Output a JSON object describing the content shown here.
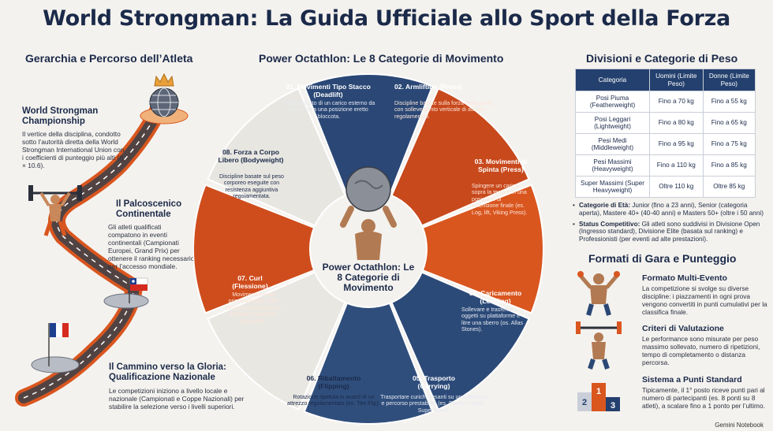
{
  "title": "World Strongman: La Guida Ufficiale allo Sport della Forza",
  "left": {
    "heading": "Gerarchia e Percorso dell’Atleta",
    "levels": [
      {
        "title": "World Strongman Championship",
        "text": "Il vertice della disciplina, condotto sotto l’autorità diretta della World Strongman International Union con i coefficienti di punteggio più alti (t) × 10.6)."
      },
      {
        "title": "Il Palcoscenico Continentale",
        "text": "Gli atleti qualificati compatono in eventi continentali (Campionati Europei, Grand Prix) per ottenere il ranking necessario per l’accesso mondiale."
      },
      {
        "title": "Il Cammino verso la Gloria: Qualificazione Nazionale",
        "text": "Le competizioni iniziono a livello locale e nazionale (Campionati e Coppe Nazionali) per stabilire la selezione verso i livelli superiori."
      }
    ]
  },
  "center": {
    "heading": "Power Octathlon: Le 8 Categorie di Movimento",
    "center_label": "Power Octathlon: Le 8 Categorie di Movimento",
    "segments": [
      {
        "title": "01. Movimenti Tipo Stacco (Deadlift)",
        "text": "Sollevemento di un carico esterno da tarra tino a una posizione eretto bloccota.",
        "color": "#2a4775"
      },
      {
        "title": "02. Armlifting (Presa)",
        "text": "Discipline basate sulla forza della presa con sollevemento verticale di attrossi regolamentati.",
        "color": "#c8491c"
      },
      {
        "title": "03. Movimenti di Spinta (Press)",
        "text": "Spingere un carico sopra la testa e in una posizione di estensione finale (es. Log, lift, Viking Press).",
        "color": "#d9561f"
      },
      {
        "title": "04. Caricamento (Loading)",
        "text": "Sollevare e trasferire oggetti su plattaforme e litre una sberro (os. Allas Stones).",
        "color": "#2c4a78"
      },
      {
        "title": "05. Trasporto (Carrying)",
        "text": "Trasportare curichi pesanti su una distanza e percorso prestabilito (es. Former’s Walk, Super Yoko).",
        "color": "#2f4e7c"
      },
      {
        "title": "06. Ribaltamento (Flipping)",
        "text": "Rotazione ripetuta in avanti di un attrezzo regolamentato (es. Tire Flip).",
        "color": "#e9e7e2"
      },
      {
        "title": "07. Curl (Flessione)",
        "text": "Movimenti basati principalmente sulla flessione del gomito in condizioni tecniche prescritte.",
        "color": "#cf4d1d"
      },
      {
        "title": "08. Forza a Corpo Libero (Bodyweight)",
        "text": "Discipline basate sul peso corporeo eseguite con resistenza aggiuntiva regoiamentata.",
        "color": "#e8e6e1"
      }
    ]
  },
  "right": {
    "heading": "Divisioni e Categorie di Peso",
    "table_headers": [
      "Categoria",
      "Uomini (Limite Peso)",
      "Donne (Limite Peso)"
    ],
    "table_rows": [
      [
        "Posi Piuma (Featherweight)",
        "Fino a 70 kg",
        "Fino a 55 kg"
      ],
      [
        "Posi Leggari (Lightweight)",
        "Fino a 80 kg",
        "Fino a 65 kg"
      ],
      [
        "Pesi Medi (Middleweight)",
        "Fino a 95 kg",
        "Fino a 75 kg"
      ],
      [
        "Pesi Massimi (Heavyweight)",
        "Fino a 110 kg",
        "Fino a 85 kg"
      ],
      [
        "Super Massimi (Super Heavyweight)",
        "Oltre 110 kg",
        "Oltre 85 kg"
      ]
    ],
    "bullets": [
      {
        "label": "Categorie di Età:",
        "text": " Junior (fino a 23 anni), Senior (categoria aperta), Mastere 40+ (40-40 anni) e Masters 50+ (oltre i 50 anni)"
      },
      {
        "label": "Status Competitivo:",
        "text": " Gli atleti sono suddivisi in Divisione Open (Ingresso standard), Divisione Elite (basata sul ranking) e Professionisti (per eventi ad alte prestazioni)."
      }
    ],
    "formats_heading": "Formati di Gara e Punteggio",
    "formats": [
      {
        "title": "Formato Multi-Evento",
        "text": "La competizione si svolge su diverse discipline: i piazzamenti in ogni prova vengono convertiti in punti cumulativi per la classifica finale."
      },
      {
        "title": "Criteri di Valutazione",
        "text": "Le performance sono misurate per peso massimo sollevato, numero di ripetizioni, tempo di completamento o distanza percorsa."
      },
      {
        "title": "Sistema a Punti Standard",
        "text": "Tipicamente, il 1° posto riceve punti pari al numero di partecipanti (es. 8 ponti su 8 atleti), a scalare fino a 1 ponto per l’ultimo."
      }
    ],
    "podium": [
      "2",
      "1",
      "3"
    ]
  },
  "footer": "Gemini Notebook",
  "colors": {
    "navy": "#24406e",
    "orange": "#d9561f",
    "background": "#f4f2ee"
  },
  "icons": [
    "crown-icon",
    "globe-icon",
    "chile-flag-icon",
    "france-flag-icon",
    "weightlifter-icon",
    "tire-icon",
    "dumbbell-icon",
    "podium-icon"
  ]
}
